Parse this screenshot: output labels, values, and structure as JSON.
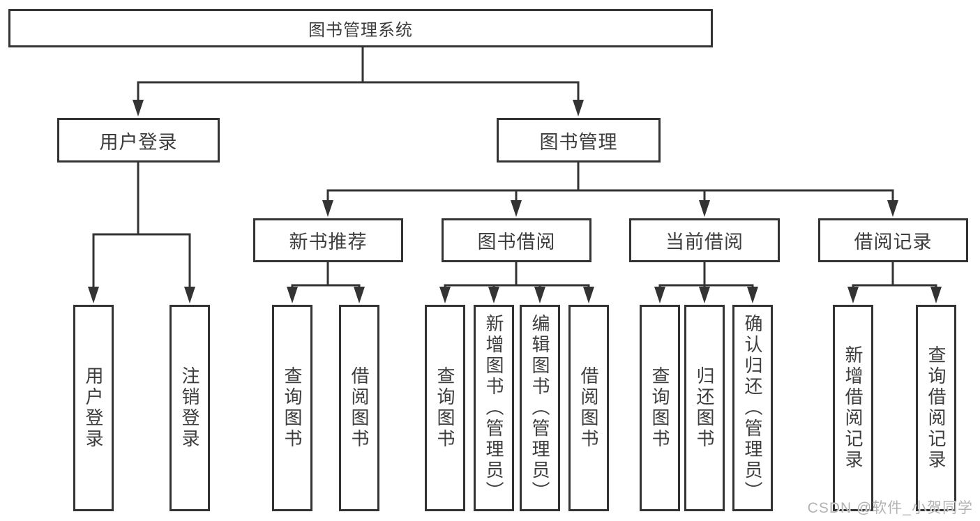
{
  "colors": {
    "line": "#333333",
    "text": "#3d3d3d",
    "watermark": "#b2b2b2",
    "background": "#ffffff"
  },
  "tree": {
    "root": {
      "label": "图书管理系统"
    },
    "level1": [
      {
        "label": "用户登录",
        "children": [
          {
            "label": "用户登录"
          },
          {
            "label": "注销登录"
          }
        ]
      },
      {
        "label": "图书管理",
        "children": [
          {
            "label": "新书推荐",
            "children": [
              {
                "label": "查询图书"
              },
              {
                "label": "借阅图书"
              }
            ]
          },
          {
            "label": "图书借阅",
            "children": [
              {
                "label": "查询图书"
              },
              {
                "label": "新增图书（管理员）"
              },
              {
                "label": "编辑图书（管理员）"
              },
              {
                "label": "借阅图书"
              }
            ]
          },
          {
            "label": "当前借阅",
            "children": [
              {
                "label": "查询图书"
              },
              {
                "label": "归还图书"
              },
              {
                "label": "确认归还（管理员）"
              }
            ]
          },
          {
            "label": "借阅记录",
            "children": [
              {
                "label": "新增借阅记录"
              },
              {
                "label": "查询借阅记录"
              }
            ]
          }
        ]
      }
    ]
  },
  "watermark": "CSDN @软件_小贺同学"
}
